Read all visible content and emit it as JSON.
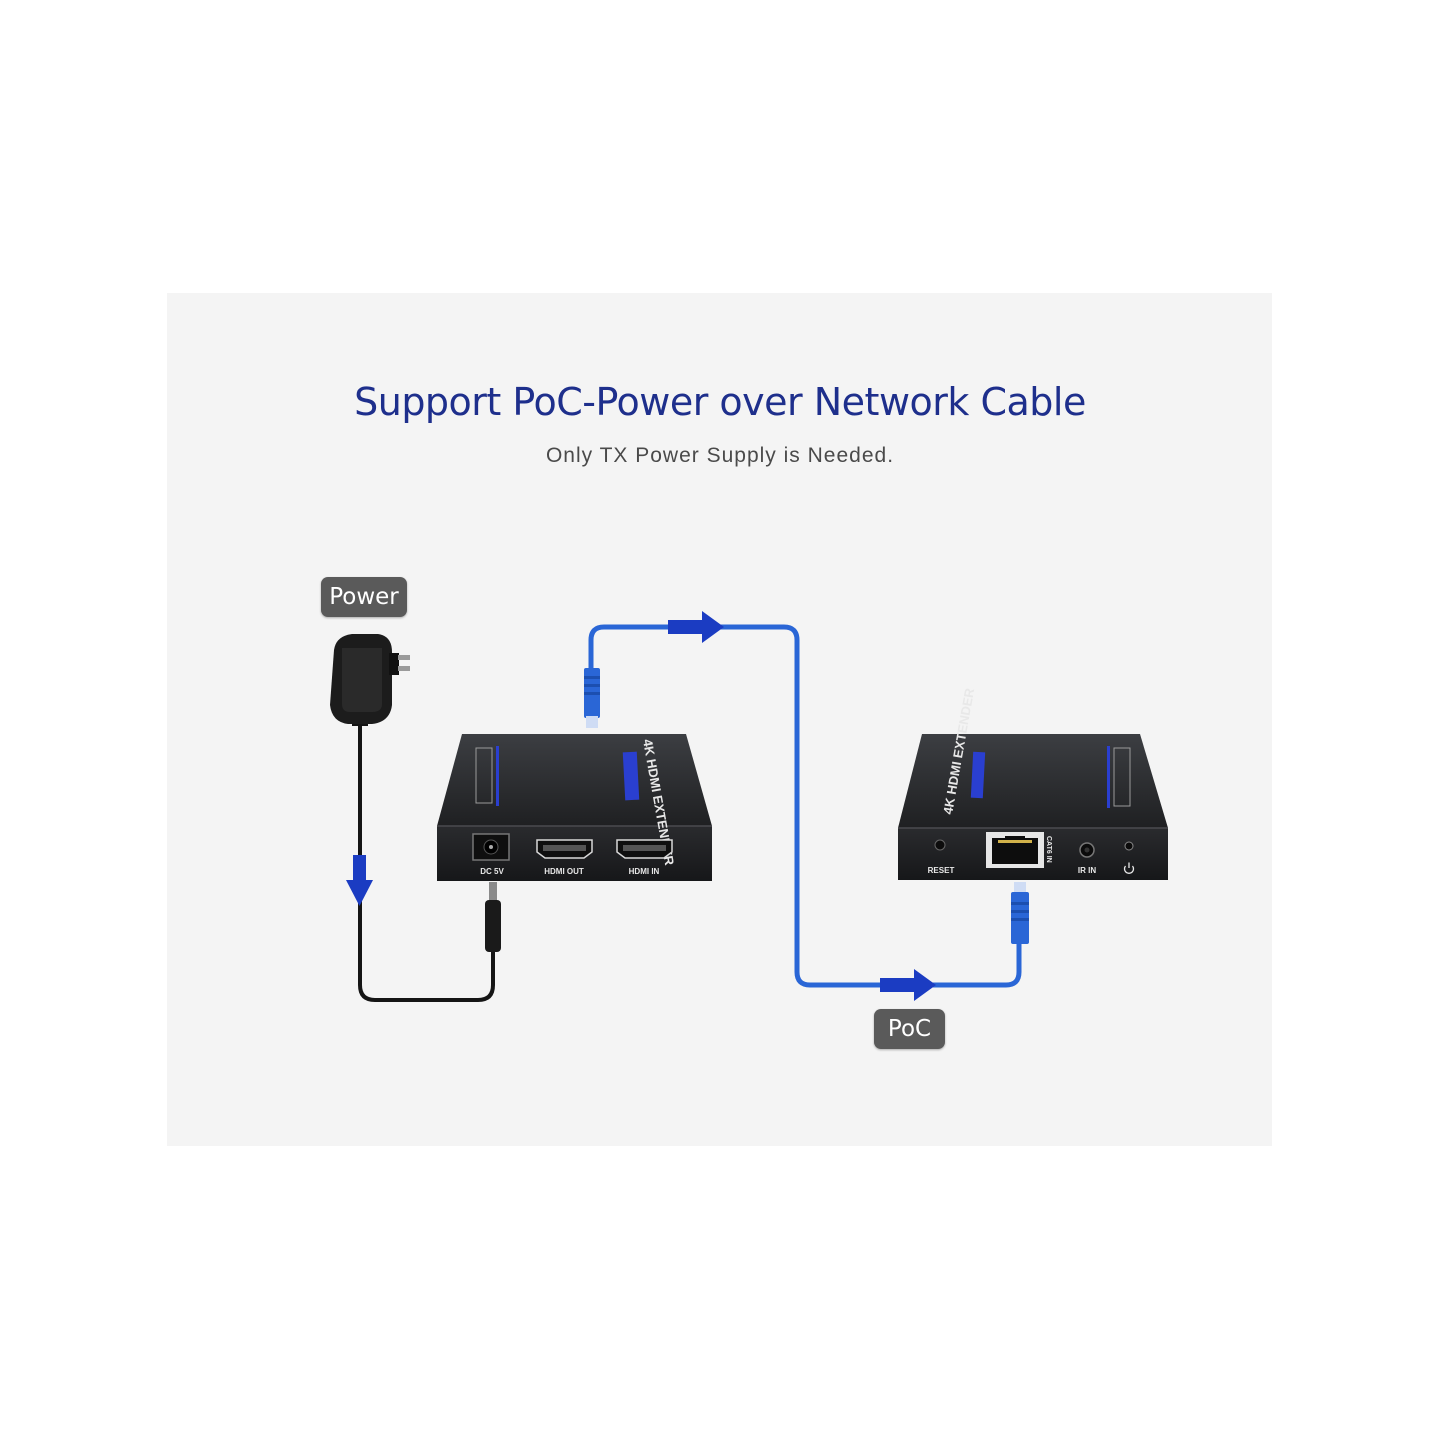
{
  "title": "Support PoC-Power over Network Cable",
  "subtitle": "Only TX Power Supply is Needed.",
  "labels": {
    "power": "Power",
    "poc": "PoC"
  },
  "transmitter": {
    "name": "4K HDMI EXTENDER",
    "ports": {
      "dc": "DC 5V",
      "hdmi_out": "HDMI OUT",
      "hdmi_in": "HDMI IN"
    }
  },
  "receiver": {
    "name": "4K HDMI EXTENDER",
    "ports": {
      "reset": "RESET",
      "cat": "CAT6 IN",
      "ir": "IR IN"
    }
  },
  "colors": {
    "title": "#1e2f8c",
    "cable": "#2a66d6",
    "arrow": "#1b3cc2",
    "tag": "#5a5a5a",
    "device": "#2b2c2e"
  },
  "icons": {
    "adapter": "power-adapter-icon",
    "arrow": "flow-arrow-icon",
    "rj45": "rj45-connector-icon",
    "power_symbol": "power-symbol-icon"
  }
}
